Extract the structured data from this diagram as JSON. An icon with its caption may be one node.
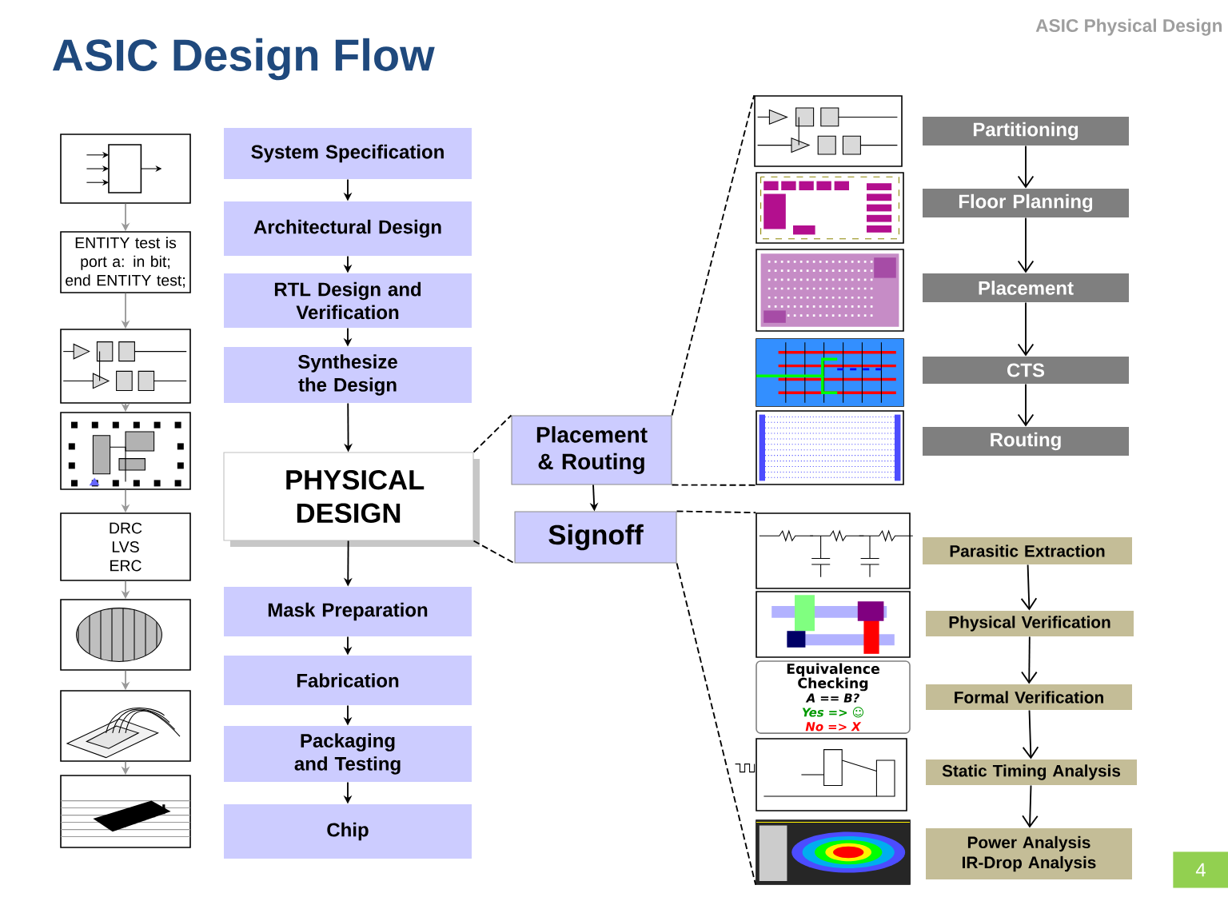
{
  "diagram": {
    "title": "ASIC Design Flow",
    "nodes": [
      {
        "text": [
          "System Specification"
        ]
      },
      {
        "text": [
          "Architectural Design"
        ]
      },
      {
        "text": [
          "RTL Design and Verification"
        ]
      },
      {
        "text": [
          "Synthesize the Design"
        ]
      },
      {
        "text": [
          "PHYSICAL DESIGN"
        ]
      },
      {
        "text": [
          "Mask Preparation"
        ]
      },
      {
        "text": [
          "Fabrication"
        ]
      },
      {
        "text": [
          "Packaging and Testing"
        ]
      },
      {
        "text": [
          "Chip"
        ]
      },
      {
        "text": [
          "Placement & Routing"
        ]
      },
      {
        "text": [
          "Signoff"
        ]
      },
      {
        "text": [
          "Partitioning"
        ]
      },
      {
        "text": [
          "Floor Planning"
        ]
      },
      {
        "text": [
          "Placement"
        ]
      },
      {
        "text": [
          "CTS"
        ]
      },
      {
        "text": [
          "Routing"
        ]
      },
      {
        "text": [
          "Parasitic Extraction"
        ]
      },
      {
        "text": [
          "Physical Verification"
        ]
      },
      {
        "text": [
          "Formal Verification"
        ]
      },
      {
        "text": [
          "Static Timing Analysis"
        ]
      },
      {
        "text": [
          "Power Analysis IR-Drop Analysis"
        ]
      },
      {
        "text": [],
        "shape": "picture"
      },
      {
        "text": [
          "ENTITY test is port a: in bit; end ENTITY test;"
        ]
      },
      {
        "text": [],
        "shape": "picture"
      },
      {
        "text": [],
        "shape": "picture"
      },
      {
        "text": [
          "DRC",
          "LVS",
          "ERC"
        ]
      },
      {
        "text": [],
        "shape": "picture"
      },
      {
        "text": [],
        "shape": "picture"
      },
      {
        "text": [],
        "shape": "picture"
      },
      {
        "text": [],
        "shape": "picture"
      },
      {
        "text": [],
        "shape": "picture"
      },
      {
        "text": [],
        "shape": "picture"
      },
      {
        "text": [],
        "shape": "picture"
      },
      {
        "text": [],
        "shape": "picture"
      },
      {
        "text": [],
        "shape": "picture"
      },
      {
        "text": [],
        "shape": "picture"
      },
      {
        "text": [
          "Equivalence Checking",
          "A == B?",
          "Yes => ☺",
          "No => X"
        ]
      },
      {
        "text": [],
        "shape": "picture"
      },
      {
        "text": [],
        "shape": "picture"
      }
    ],
    "edges": [
      {
        "from": 0,
        "to": 1,
        "arrow": "to"
      },
      {
        "from": 1,
        "to": 2,
        "arrow": "to"
      },
      {
        "from": 2,
        "to": 3,
        "arrow": "to"
      },
      {
        "from": 3,
        "to": 4,
        "arrow": "to"
      },
      {
        "from": 4,
        "to": 5,
        "arrow": "to"
      },
      {
        "from": 5,
        "to": 6,
        "arrow": "to"
      },
      {
        "from": 6,
        "to": 7,
        "arrow": "to"
      },
      {
        "from": 7,
        "to": 8,
        "arrow": "to"
      },
      {
        "from": 9,
        "to": 10,
        "arrow": "to"
      },
      {
        "from": 11,
        "to": 12,
        "arrow": "to"
      },
      {
        "from": 12,
        "to": 13,
        "arrow": "to"
      },
      {
        "from": 13,
        "to": 14,
        "arrow": "to"
      },
      {
        "from": 14,
        "to": 15,
        "arrow": "to"
      },
      {
        "from": 16,
        "to": 17,
        "arrow": "to"
      },
      {
        "from": 17,
        "to": 18,
        "arrow": "to"
      },
      {
        "from": 18,
        "to": 19,
        "arrow": "to"
      },
      {
        "from": 19,
        "to": 20,
        "arrow": "to"
      },
      {
        "from": 21,
        "to": 22,
        "arrow": "to",
        "color": "#999999"
      },
      {
        "from": 22,
        "to": 23,
        "arrow": "to",
        "color": "#999999"
      },
      {
        "from": 23,
        "to": 24,
        "arrow": "to",
        "color": "#999999"
      },
      {
        "from": 24,
        "to": 25,
        "arrow": "to",
        "color": "#999999"
      },
      {
        "from": 25,
        "to": 26,
        "arrow": "to",
        "color": "#999999"
      },
      {
        "from": 26,
        "to": 27,
        "arrow": "to",
        "color": "#999999"
      },
      {
        "from": 27,
        "to": 28,
        "arrow": "to",
        "color": "#999999"
      },
      {
        "from": 4,
        "to": 9,
        "arrow": "none",
        "style": "dashed"
      },
      {
        "from": 4,
        "to": 10,
        "arrow": "none",
        "style": "dashed"
      },
      {
        "from": 9,
        "to": 29,
        "arrow": "none",
        "style": "dashed"
      },
      {
        "from": 9,
        "to": 33,
        "arrow": "none",
        "style": "dashed"
      },
      {
        "from": 10,
        "to": 34,
        "arrow": "none",
        "style": "dashed"
      },
      {
        "from": 10,
        "to": 38,
        "arrow": "none",
        "style": "dashed"
      }
    ],
    "labels": [
      "ASIC Physical Design",
      "4"
    ]
  }
}
